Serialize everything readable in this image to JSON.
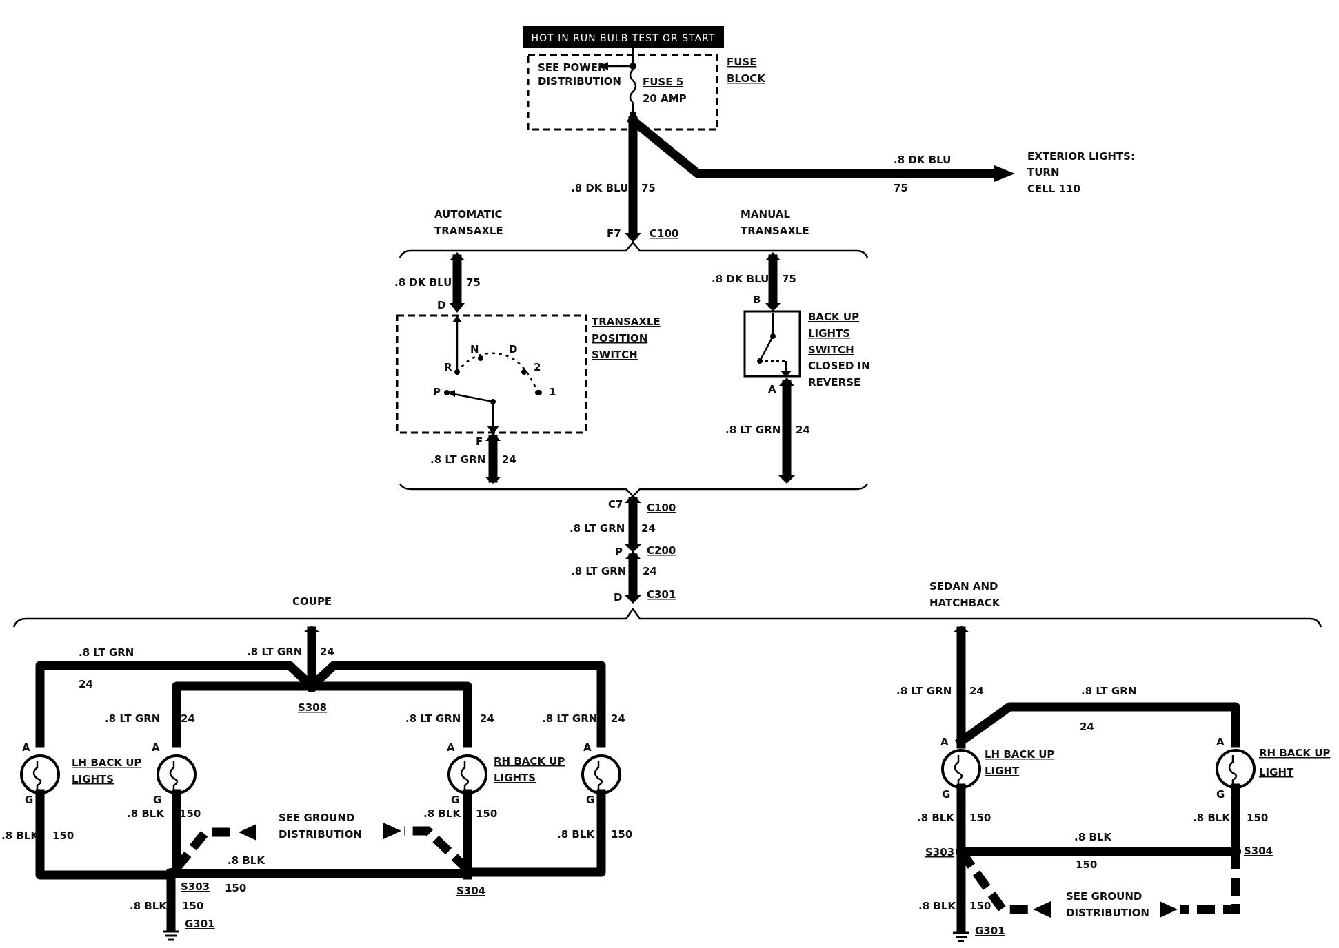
{
  "top": {
    "banner": "HOT IN RUN BULB TEST OR START",
    "see_power_1": "SEE POWER",
    "see_power_2": "DISTRIBUTION",
    "fuse_name": "FUSE 5",
    "fuse_amp": "20 AMP",
    "fuse_block_1": "FUSE",
    "fuse_block_2": "BLOCK",
    "ext_wire": ".8 DK BLU",
    "ext_circuit": "75",
    "ext_dest_1": "EXTERIOR LIGHTS:",
    "ext_dest_2": "TURN",
    "ext_dest_3": "CELL 110",
    "main_wire": ".8 DK BLU",
    "main_circuit": "75",
    "pin_f7": "F7",
    "conn_c100": "C100"
  },
  "auto": {
    "title_1": "AUTOMATIC",
    "title_2": "TRANSAXLE",
    "wire_top": ".8 DK BLU",
    "circuit_top": "75",
    "pin_d": "D",
    "switch_1": "TRANSAXLE",
    "switch_2": "POSITION",
    "switch_3": "SWITCH",
    "pos_n": "N",
    "pos_d": "D",
    "pos_r": "R",
    "pos_2": "2",
    "pos_p": "P",
    "pos_1": "1",
    "pin_f": "F",
    "wire_bot": ".8 LT GRN",
    "circuit_bot": "24"
  },
  "manual": {
    "title_1": "MANUAL",
    "title_2": "TRANSAXLE",
    "wire_top": ".8 DK BLU",
    "circuit_top": "75",
    "pin_b": "B",
    "switch_1": "BACK UP",
    "switch_2": "LIGHTS",
    "switch_3": "SWITCH",
    "switch_4": "CLOSED IN",
    "switch_5": "REVERSE",
    "pin_a": "A",
    "wire_bot": ".8 LT GRN",
    "circuit_bot": "24"
  },
  "mid": {
    "pin_c7": "C7",
    "conn_c100": "C100",
    "wire1": ".8 LT GRN",
    "circuit1": "24",
    "pin_p": "P",
    "conn_c200": "C200",
    "wire2": ".8 LT GRN",
    "circuit2": "24",
    "pin_d": "D",
    "conn_c301": "C301"
  },
  "coupe": {
    "title": "COUPE",
    "wire_in": ".8 LT GRN",
    "circuit_in": "24",
    "wire_left": ".8 LT GRN",
    "circuit_left": "24",
    "splice_s308": "S308",
    "wire_l2": ".8 LT GRN",
    "circuit_l2": "24",
    "wire_r1": ".8 LT GRN",
    "circuit_r1": "24",
    "wire_r2": ".8 LT GRN",
    "circuit_r2": "24",
    "lh_1": "LH BACK UP",
    "lh_2": "LIGHTS",
    "rh_1": "RH BACK UP",
    "rh_2": "LIGHTS",
    "pin_a": "A",
    "pin_g": "G",
    "blk_1": ".8 BLK",
    "blk_c1": "150",
    "blk_2": ".8 BLK",
    "blk_c2": "150",
    "blk_3": ".8 BLK",
    "blk_c3": "150",
    "blk_4": ".8 BLK",
    "blk_c4": "150",
    "ground_1": "SEE GROUND",
    "ground_2": "DISTRIBUTION",
    "blk_mid": ".8 BLK",
    "blk_mid_c": "150",
    "splice_s303": "S303",
    "splice_s304": "S304",
    "blk_g": ".8 BLK",
    "blk_g_c": "150",
    "g301": "G301"
  },
  "sedan": {
    "title_1": "SEDAN AND",
    "title_2": "HATCHBACK",
    "wire_in": ".8 LT GRN",
    "circuit_in": "24",
    "wire_top": ".8 LT GRN",
    "circuit_top": "24",
    "lh_1": "LH BACK UP",
    "lh_2": "LIGHT",
    "rh_1": "RH BACK UP",
    "rh_2": "LIGHT",
    "pin_a": "A",
    "pin_g": "G",
    "blk_l": ".8 BLK",
    "blk_l_c": "150",
    "blk_r": ".8 BLK",
    "blk_r_c": "150",
    "blk_mid": ".8 BLK",
    "blk_mid_c": "150",
    "splice_s303": "S303",
    "splice_s304": "S304",
    "ground_1": "SEE GROUND",
    "ground_2": "DISTRIBUTION",
    "blk_g": ".8 BLK",
    "blk_g_c": "150",
    "g301": "G301"
  }
}
